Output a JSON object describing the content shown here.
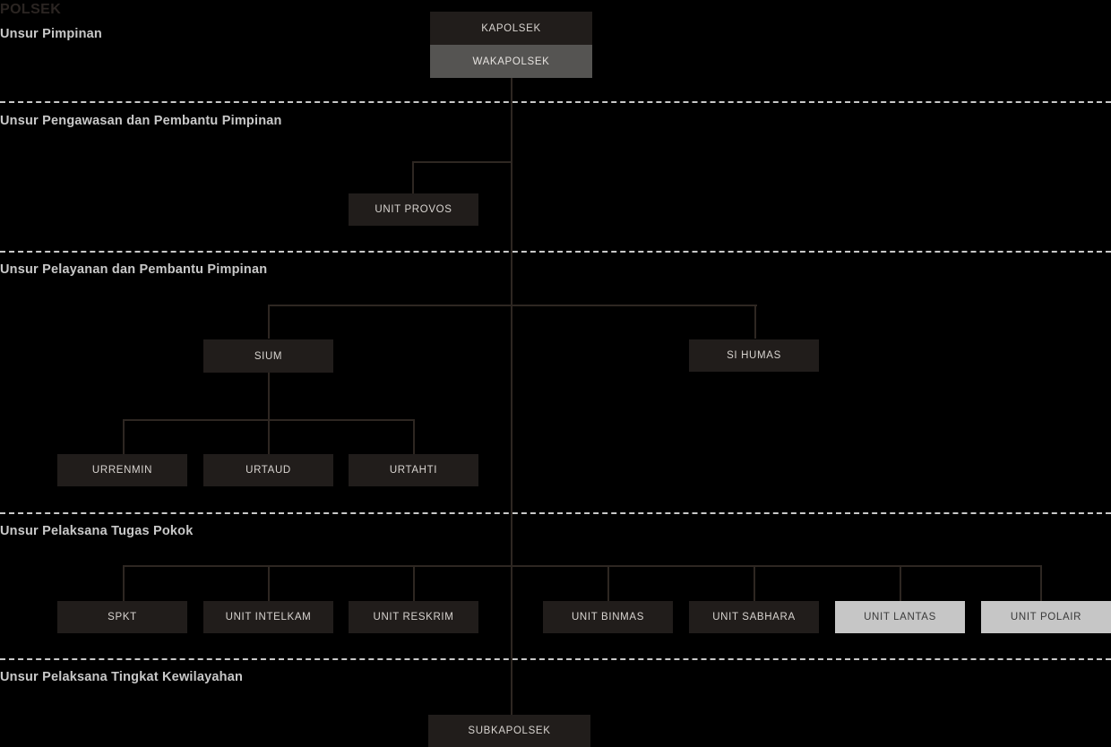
{
  "chart_data": {
    "type": "diagram",
    "title": "POLSEK",
    "subtitle": "",
    "orientation": "top-down",
    "bands": [
      {
        "label": "Unsur Pimpinan",
        "nodes": [
          "KAPOLSEK",
          "WAKAPOLSEK"
        ]
      },
      {
        "label": "Unsur Pengawasan dan Pembantu Pimpinan",
        "nodes": [
          "UNIT PROVOS"
        ]
      },
      {
        "label": "Unsur Pelayanan dan Pembantu Pimpinan",
        "nodes": [
          "SIUM",
          "SI HUMAS",
          "URRENMIN",
          "URTAUD",
          "URTAHTI"
        ]
      },
      {
        "label": "Unsur Pelaksana Tugas Pokok",
        "nodes": [
          "SPKT",
          "UNIT INTELKAM",
          "UNIT RESKRIM",
          "UNIT BINMAS",
          "UNIT SABHARA",
          "UNIT LANTAS",
          "UNIT POLAIR"
        ]
      },
      {
        "label": "Unsur Pelaksana Tingkat Kewilayahan",
        "nodes": [
          "SUBKAPOLSEK"
        ]
      }
    ],
    "edges": [
      {
        "from": "KAPOLSEK",
        "to": "WAKAPOLSEK"
      },
      {
        "from": "WAKAPOLSEK",
        "to": "UNIT PROVOS"
      },
      {
        "from": "WAKAPOLSEK",
        "to": "SIUM"
      },
      {
        "from": "WAKAPOLSEK",
        "to": "SI HUMAS"
      },
      {
        "from": "SIUM",
        "to": "URRENMIN"
      },
      {
        "from": "SIUM",
        "to": "URTAUD"
      },
      {
        "from": "SIUM",
        "to": "URTAHTI"
      },
      {
        "from": "WAKAPOLSEK",
        "to": "SPKT"
      },
      {
        "from": "WAKAPOLSEK",
        "to": "UNIT INTELKAM"
      },
      {
        "from": "WAKAPOLSEK",
        "to": "UNIT RESKRIM"
      },
      {
        "from": "WAKAPOLSEK",
        "to": "UNIT BINMAS"
      },
      {
        "from": "WAKAPOLSEK",
        "to": "UNIT SABHARA"
      },
      {
        "from": "WAKAPOLSEK",
        "to": "UNIT LANTAS"
      },
      {
        "from": "WAKAPOLSEK",
        "to": "UNIT POLAIR"
      },
      {
        "from": "WAKAPOLSEK",
        "to": "SUBKAPOLSEK"
      }
    ],
    "colors": {
      "background": "#000000",
      "node_fill": "#211d1b",
      "node_fill_deputy": "#555452",
      "node_fill_highlight": "#c6c6c6",
      "node_text": "#d8d4d0",
      "node_text_highlight": "#3a3a3a",
      "band_label": "#c9c9c9",
      "title": "#2b2522",
      "connector": "#2e2722"
    }
  },
  "title": "POLSEK",
  "bands": {
    "pimpinan": "Unsur Pimpinan",
    "pengawasan": "Unsur Pengawasan dan Pembantu Pimpinan",
    "pelayanan": "Unsur Pelayanan dan Pembantu Pimpinan",
    "pelaksana": "Unsur Pelaksana Tugas Pokok",
    "kewilayahan": "Unsur Pelaksana Tingkat Kewilayahan"
  },
  "nodes": {
    "kapolsek": "KAPOLSEK",
    "wakapolsek": "WAKAPOLSEK",
    "unit_provos": "UNIT PROVOS",
    "sium": "SIUM",
    "si_humas": "SI HUMAS",
    "urrenmin": "URRENMIN",
    "urtaud": "URTAUD",
    "urtahti": "URTAHTI",
    "spkt": "SPKT",
    "unit_intelkam": "UNIT INTELKAM",
    "unit_reskrim": "UNIT RESKRIM",
    "unit_binmas": "UNIT BINMAS",
    "unit_sabhara": "UNIT SABHARA",
    "unit_lantas": "UNIT LANTAS",
    "unit_polair": "UNIT POLAIR",
    "subkapolsek": "SUBKAPOLSEK"
  }
}
